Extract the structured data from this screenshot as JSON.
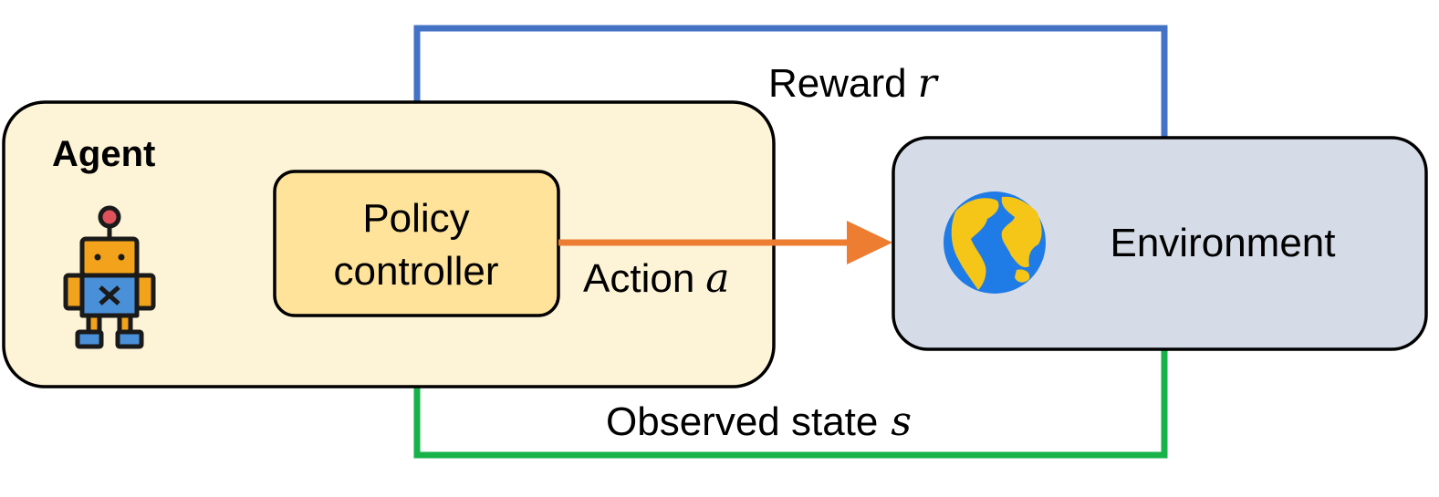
{
  "agent": {
    "title": "Agent",
    "fill_color": "#fdf3d6",
    "policy": {
      "line1": "Policy",
      "line2": "controller",
      "fill_color": "#ffe39a"
    },
    "robot_icon": "robot-icon"
  },
  "environment": {
    "label": "Environment",
    "fill_color": "#d6dce7",
    "globe_icon": "globe-icon"
  },
  "edges": {
    "reward": {
      "text": "Reward",
      "symbol": "r",
      "color": "#4472c4"
    },
    "action": {
      "text": "Action",
      "symbol": "a",
      "color": "#ed7d31"
    },
    "observation": {
      "text": "Observed state",
      "symbol": "s",
      "color": "#17b34a"
    }
  }
}
